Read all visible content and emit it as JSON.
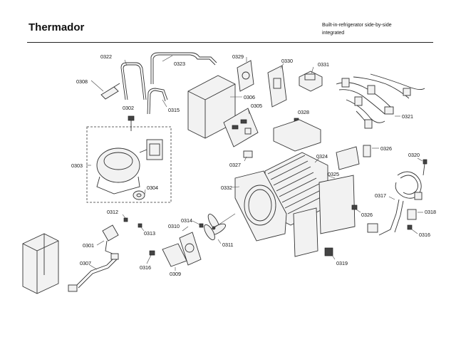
{
  "header": {
    "brand": "Thermador",
    "subtitle_line1": "Built-in-refrigerator side-by-side",
    "subtitle_line2": "integrated"
  },
  "parts": [
    {
      "id": "p0322",
      "label": "0322"
    },
    {
      "id": "p0308",
      "label": "0308"
    },
    {
      "id": "p0323",
      "label": "0323"
    },
    {
      "id": "p0329",
      "label": "0329"
    },
    {
      "id": "p0330",
      "label": "0330"
    },
    {
      "id": "p0331",
      "label": "0331"
    },
    {
      "id": "p0306",
      "label": "0306"
    },
    {
      "id": "p0302",
      "label": "0302"
    },
    {
      "id": "p0315",
      "label": "0315"
    },
    {
      "id": "p0305",
      "label": "0305"
    },
    {
      "id": "p0328",
      "label": "0328"
    },
    {
      "id": "p0321",
      "label": "0321"
    },
    {
      "id": "p0303",
      "label": "0303"
    },
    {
      "id": "p0327",
      "label": "0327"
    },
    {
      "id": "p0324",
      "label": "0324"
    },
    {
      "id": "p0326a",
      "label": "0326"
    },
    {
      "id": "p0320",
      "label": "0320"
    },
    {
      "id": "p0332",
      "label": "0332"
    },
    {
      "id": "p0325",
      "label": "0325"
    },
    {
      "id": "p0304",
      "label": "0304"
    },
    {
      "id": "p0317",
      "label": "0317"
    },
    {
      "id": "p0312",
      "label": "0312"
    },
    {
      "id": "p0326b",
      "label": "0326"
    },
    {
      "id": "p0318",
      "label": "0318"
    },
    {
      "id": "p0313",
      "label": "0313"
    },
    {
      "id": "p0314",
      "label": "0314"
    },
    {
      "id": "p0310",
      "label": "0310"
    },
    {
      "id": "p0316a",
      "label": "0316"
    },
    {
      "id": "p0301",
      "label": "0301"
    },
    {
      "id": "p0311",
      "label": "0311"
    },
    {
      "id": "p0316b",
      "label": "0316"
    },
    {
      "id": "p0309",
      "label": "0309"
    },
    {
      "id": "p0307",
      "label": "0307"
    },
    {
      "id": "p0319",
      "label": "0319"
    }
  ]
}
